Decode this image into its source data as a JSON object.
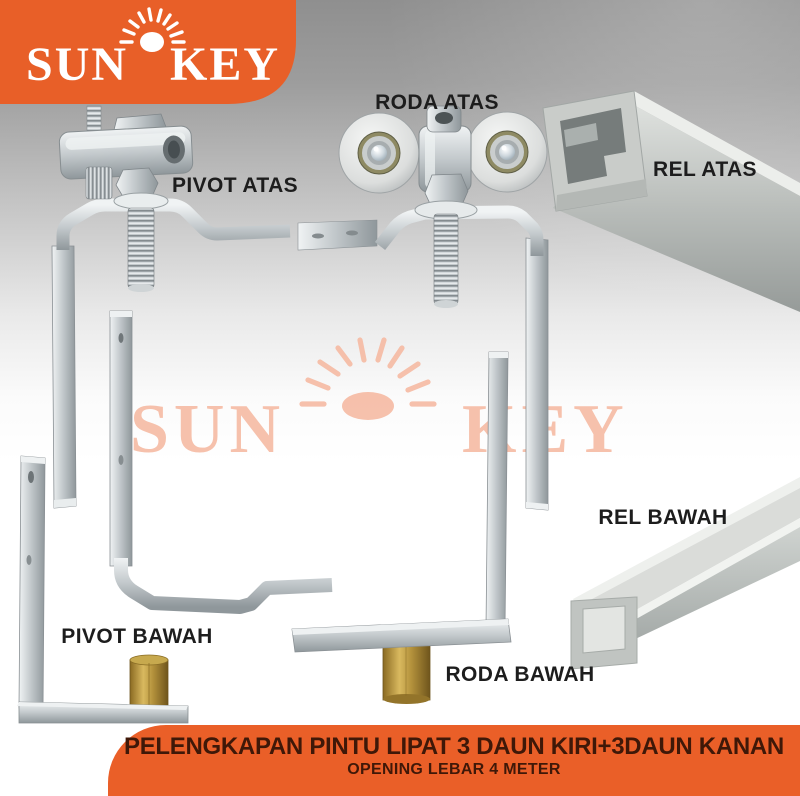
{
  "brand": {
    "part1": "SUN",
    "part2": "KEY"
  },
  "watermark": {
    "part1": "SUN",
    "part2": "KEY"
  },
  "labels": {
    "roda_atas": "RODA ATAS",
    "pivot_atas": "PIVOT ATAS",
    "rel_atas": "REL ATAS",
    "rel_bawah": "REL BAWAH",
    "pivot_bawah": "PIVOT BAWAH",
    "roda_bawah": "RODA BAWAH"
  },
  "banner": {
    "line1": "PELENGKAPAN PINTU LIPAT 3 DAUN KIRI+3DAUN KANAN",
    "line2": "OPENING LEBAR 4 METER"
  },
  "colors": {
    "brand_orange": "#e85f28",
    "banner_orange": "#ea5f28",
    "watermark_salmon": "#f6b9a1",
    "label_text": "#1d1d1d",
    "banner_text": "#3f1808",
    "brass": "#b4923c",
    "steel": "#b8bec1",
    "aluminum": "#c6c9c6"
  }
}
